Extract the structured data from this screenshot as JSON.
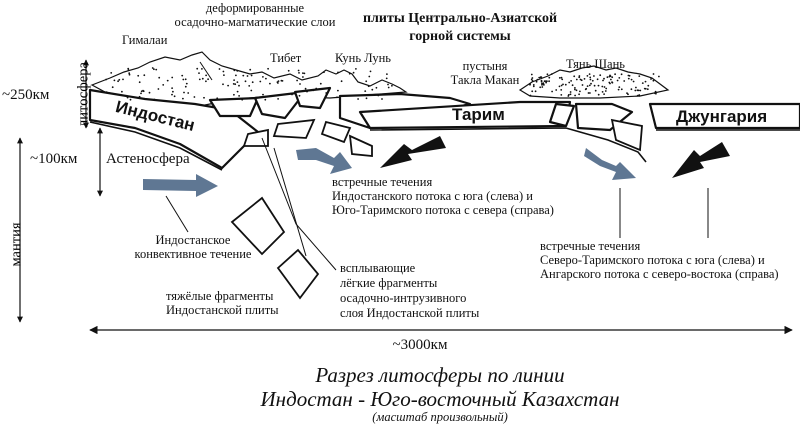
{
  "labels": {
    "deformed_layers_1": "деформированные",
    "deformed_layers_2": "осадочно-магматические слои",
    "himalaya": "Гималаи",
    "tibet": "Тибет",
    "kunlun": "Кунь Лунь",
    "plates_title_1": "плиты Центрально-Азиатской",
    "plates_title_2": "горной системы",
    "takla_1": "пустыня",
    "takla_2": "Такла Макан",
    "tianshan": "Тянь Шань",
    "lithosphere": "литосфера",
    "depth_250": "~250км",
    "indostan": "Индостан",
    "tarim": "Тарим",
    "dzhungaria": "Джунгария",
    "depth_100": "~100км",
    "asthenosphere": "Астеносфера",
    "mantle": "мантия",
    "counter_left_1": "встречные течения",
    "counter_left_2": "Индостанского потока с юга (слева) и",
    "counter_left_3": "Юго-Таримского потока с севера (справа)",
    "convective_1": "Индостанское",
    "convective_2": "конвективное течение",
    "counter_right_1": "встречные течения",
    "counter_right_2": "Северо-Таримского потока с юга (слева) и",
    "counter_right_3": "Ангарского потока с северо-востока (справа)",
    "floating_1": "всплывающие",
    "floating_2": "лёгкие фрагменты",
    "floating_3": "осадочно-интрузивного",
    "floating_4": "слоя Индостанской плиты",
    "heavy_1": "тяжёлые фрагменты",
    "heavy_2": "Индостанской плиты",
    "width_3000": "~3000км"
  },
  "caption": {
    "line1": "Разрез литосферы по линии",
    "line2": "Индостан - Юго-восточный Казахстан",
    "line3": "(масштаб произвольный)"
  },
  "colors": {
    "ink": "#111111",
    "flow_arrow": "#5f7793",
    "counter_arrow": "#111111"
  }
}
